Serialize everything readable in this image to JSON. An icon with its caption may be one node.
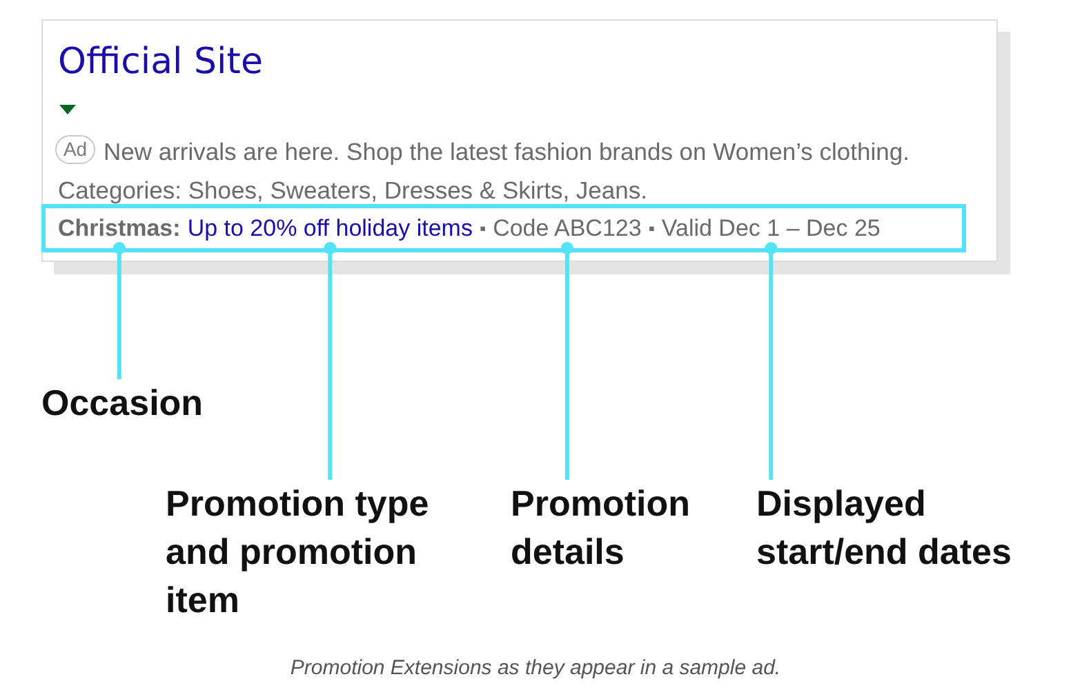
{
  "diagram": {
    "caption": "Promotion Extensions as they appear in a sample ad.",
    "nodes": [
      {
        "text": [
          "Official Site",
          "New arrivals are here. Shop the latest fashion brands on Women’s clothing.",
          "Categories: Shoes, Sweaters, Dresses & Skirts, Jeans."
        ]
      },
      {
        "text": [
          "Ad"
        ],
        "in": 0
      },
      {
        "text": [],
        "shape": "box",
        "in": 0
      },
      {
        "text": [
          "Christmas:"
        ],
        "in": 2
      },
      {
        "text": [
          "Up to 20% off holiday items"
        ],
        "in": 2
      },
      {
        "text": [
          "Code ABC123"
        ],
        "in": 2
      },
      {
        "text": [
          "Valid Dec 1 – Dec 25"
        ],
        "in": 2
      },
      {
        "text": [
          "Occasion"
        ]
      },
      {
        "text": [
          "Promotion type and promotion item"
        ]
      },
      {
        "text": [
          "Promotion details"
        ]
      },
      {
        "text": [
          "Displayed start/end dates"
        ]
      }
    ],
    "edges": [
      {
        "from": 7,
        "to": 3,
        "arrow": "other"
      },
      {
        "from": 8,
        "to": 4,
        "arrow": "other"
      },
      {
        "from": 9,
        "to": 5,
        "arrow": "other"
      },
      {
        "from": 10,
        "to": 6,
        "arrow": "other"
      }
    ],
    "labels": [
      "▪",
      "▪"
    ]
  }
}
